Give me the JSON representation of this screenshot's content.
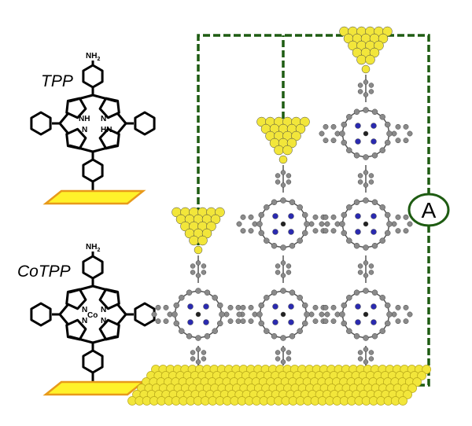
{
  "molecules": [
    {
      "name": "TPP",
      "amine_main": "NH",
      "amine_sub": "2",
      "atoms": [
        "NH",
        "N",
        "N",
        "HN"
      ]
    },
    {
      "name": "CoTPP",
      "amine_main": "NH",
      "amine_sub": "2",
      "atoms": [
        "N",
        "N",
        "N",
        "N"
      ],
      "metal": "Co"
    }
  ],
  "ammeter": {
    "label": "A"
  },
  "junctions": [
    {
      "porphyrin_units": 1
    },
    {
      "porphyrin_units": 2
    },
    {
      "porphyrin_units": 3
    }
  ],
  "colors": {
    "gold": "#f2e63a",
    "gold_edge": "#e89a1a",
    "wire": "#1e5c12",
    "carbon": "#8a8a8a",
    "nitrogen": "#2a2ab0"
  }
}
